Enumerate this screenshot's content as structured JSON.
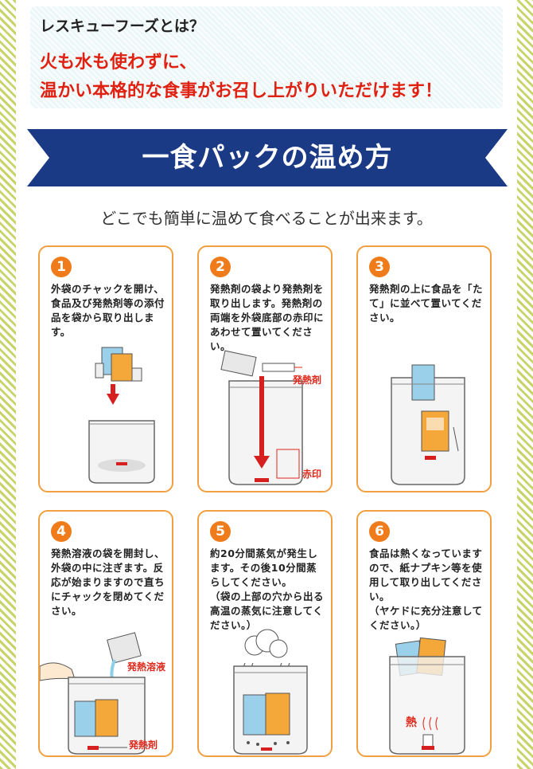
{
  "intro": {
    "title": "レスキューフーズとは？",
    "line1": "火も水も使わずに、",
    "line2": "温かい本格的な食事がお召し上がりいただけます！"
  },
  "banner": {
    "title": "一食パックの温め方"
  },
  "subtitle": "どこでも簡単に温めて食べることが出来ます。",
  "steps": [
    {
      "number": "1",
      "text": "外袋のチャックを開け、食品及び発熱剤等の添付品を袋から取り出します。",
      "labels": []
    },
    {
      "number": "2",
      "text": "発熱剤の袋より発熱剤を取り出します。発熱剤の両端を外袋底部の赤印にあわせて置いてください。",
      "labels": [
        "発熱剤",
        "赤印"
      ]
    },
    {
      "number": "3",
      "text": "発熱剤の上に食品を「たて」に並べて置いてください。",
      "labels": []
    },
    {
      "number": "4",
      "text": "発熱溶液の袋を開封し、外袋の中に注ぎます。反応が始まりますので直ちにチャックを閉めてください。",
      "labels": [
        "発熱溶液",
        "発熱剤"
      ]
    },
    {
      "number": "5",
      "text": "約20分間蒸気が発生します。その後10分間蒸らしてください。\n（袋の上部の穴から出る高温の蒸気に注意してください。）",
      "labels": []
    },
    {
      "number": "6",
      "text": "食品は熱くなっていますので、紙ナプキン等を使用して取り出してください。\n（ヤケドに充分注意してください。）",
      "labels": [
        "熱"
      ]
    }
  ],
  "colors": {
    "navy": "#1b3a85",
    "orange": "#ef7b1b",
    "red": "#e02010",
    "border": "#f0a040"
  }
}
